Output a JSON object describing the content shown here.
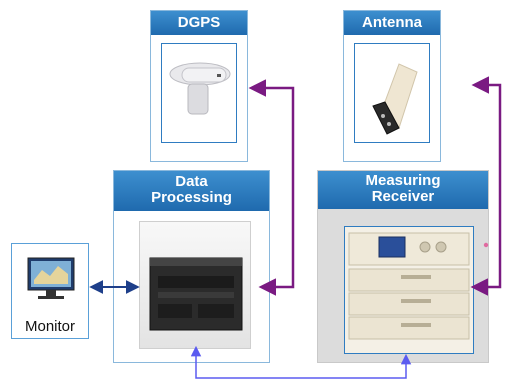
{
  "nodes": {
    "dgps": {
      "title": "DGPS"
    },
    "antenna": {
      "title": "Antenna"
    },
    "data_processing": {
      "title_line1": "Data",
      "title_line2": "Processing"
    },
    "measuring_receiver": {
      "title_line1": "Measuring",
      "title_line2": "Receiver"
    },
    "monitor": {
      "label": "Monitor"
    }
  },
  "colors": {
    "header_blue": "#2a7cc4",
    "link_purple": "#7a1a82",
    "link_blue": "#1e3f8a",
    "link_bottom": "#5b5bf0"
  },
  "icons": {
    "dgps": "gps-receiver-icon",
    "antenna": "antenna-icon",
    "data_processing": "server-chassis-icon",
    "measuring_receiver": "rack-receiver-icon",
    "monitor": "monitor-icon"
  }
}
